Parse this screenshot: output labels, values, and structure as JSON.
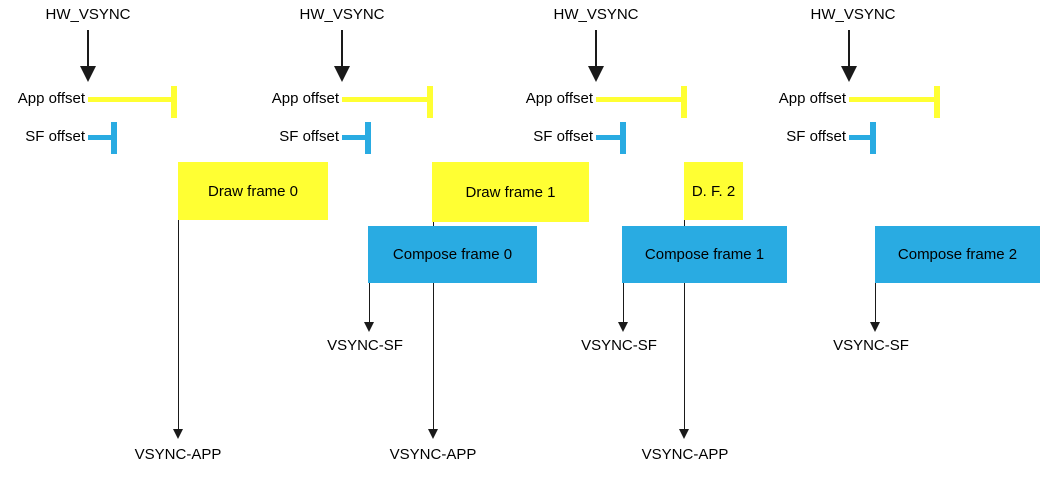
{
  "colors": {
    "yellow": "#ffff33",
    "blue": "#29abe2",
    "arrow": "#1a1a1a",
    "text": "#000000"
  },
  "groups": [
    {
      "hw_vsync": "HW_VSYNC",
      "app_offset": "App offset",
      "sf_offset": "SF offset"
    },
    {
      "hw_vsync": "HW_VSYNC",
      "app_offset": "App offset",
      "sf_offset": "SF offset"
    },
    {
      "hw_vsync": "HW_VSYNC",
      "app_offset": "App offset",
      "sf_offset": "SF offset"
    },
    {
      "hw_vsync": "HW_VSYNC",
      "app_offset": "App offset",
      "sf_offset": "SF offset"
    }
  ],
  "draw_frames": [
    {
      "label": "Draw frame 0"
    },
    {
      "label": "Draw frame 1"
    },
    {
      "label": "D. F. 2"
    }
  ],
  "compose_frames": [
    {
      "label": "Compose frame 0"
    },
    {
      "label": "Compose frame 1"
    },
    {
      "label": "Compose frame 2"
    }
  ],
  "signal_labels": {
    "vsync_sf": [
      "VSYNC-SF",
      "VSYNC-SF",
      "VSYNC-SF"
    ],
    "vsync_app": [
      "VSYNC-APP",
      "VSYNC-APP",
      "VSYNC-APP"
    ]
  }
}
